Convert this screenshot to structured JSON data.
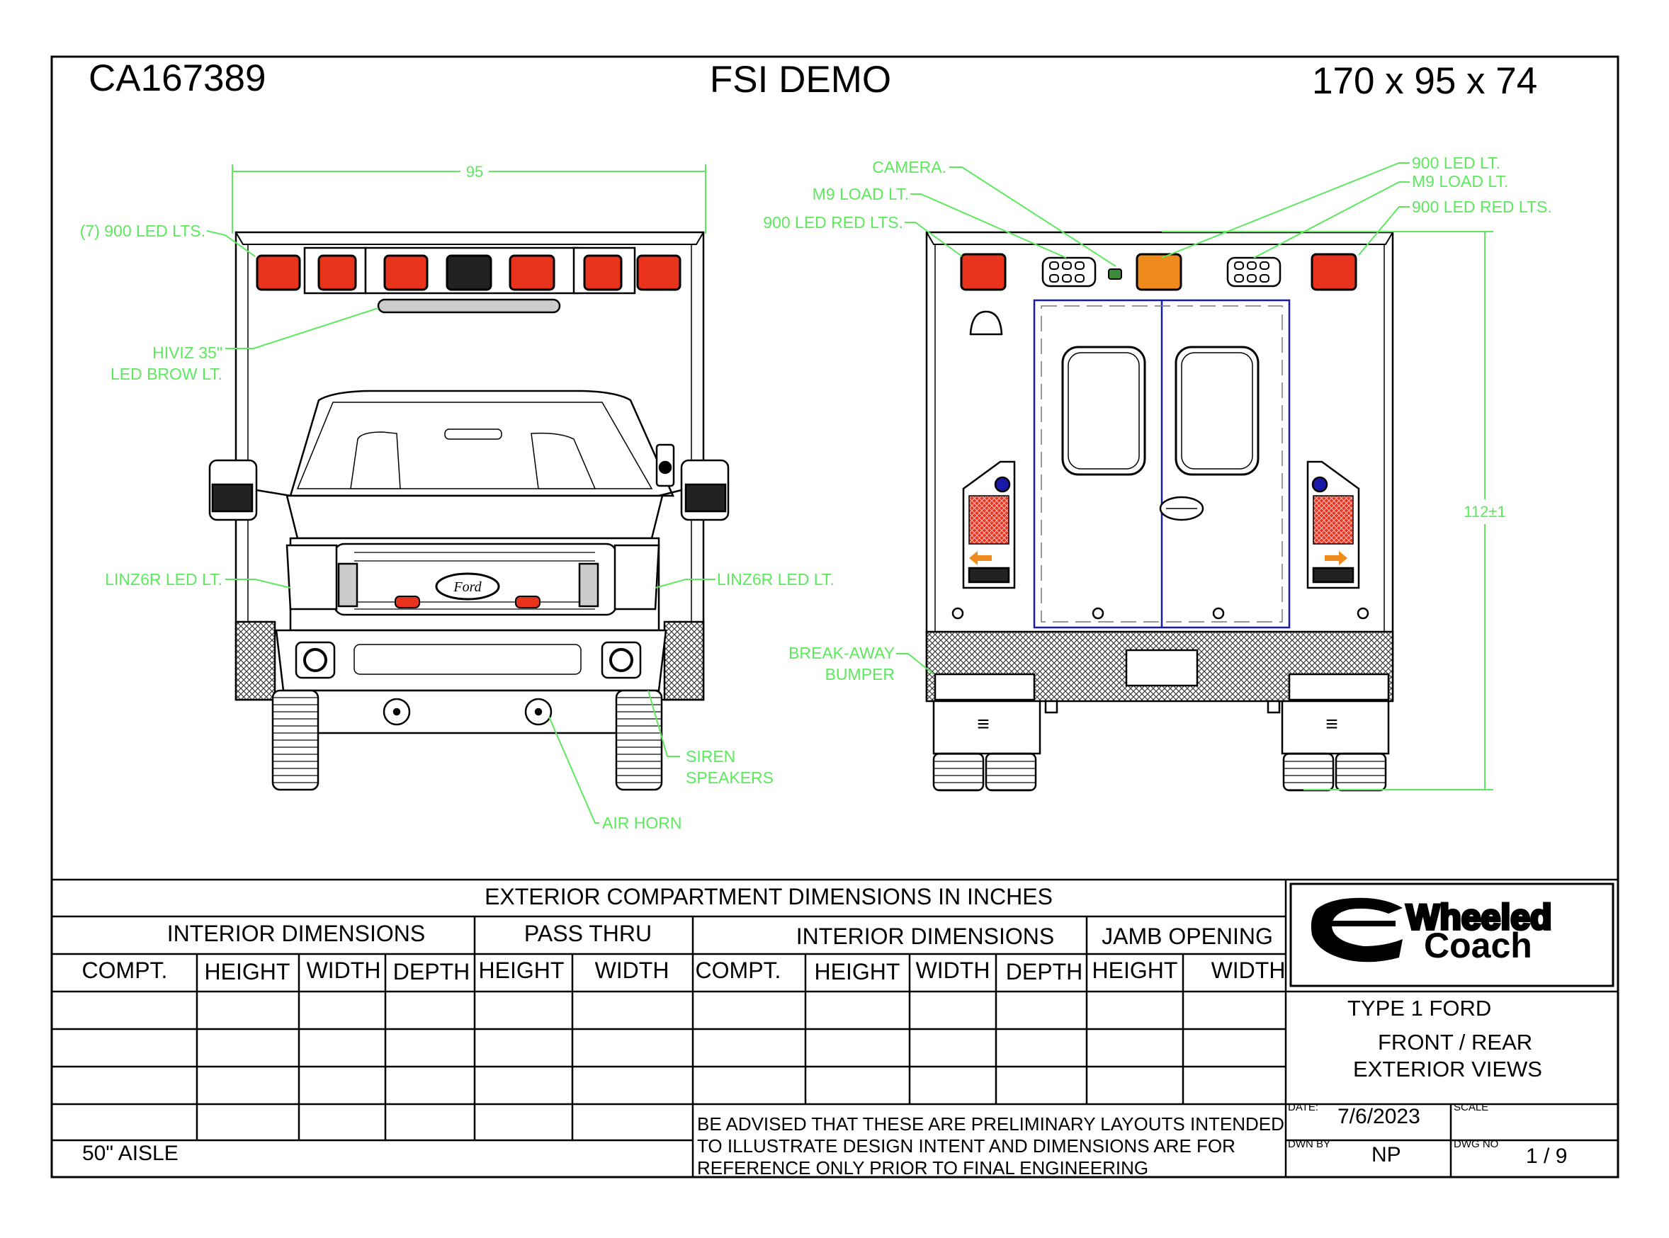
{
  "header": {
    "job_number": "CA167389",
    "title": "FSI DEMO",
    "dimensions": "170 x 95 x 74"
  },
  "front_view": {
    "width_dimension": "95",
    "callouts": {
      "led_lts": "(7) 900 LED LTS.",
      "brow_line1": "HIVIZ 35\"",
      "brow_line2": "LED BROW LT.",
      "linz_left": "LINZ6R LED LT.",
      "linz_right": "LINZ6R LED LT.",
      "siren_line1": "SIREN",
      "siren_line2": "SPEAKERS",
      "air_horn": "AIR HORN"
    }
  },
  "rear_view": {
    "height_dimension": "112±1",
    "callouts": {
      "camera": "CAMERA.",
      "m9_left": "M9 LOAD LT.",
      "red_left": "900 LED RED LTS.",
      "led_900": "900 LED LT.",
      "m9_right": "M9 LOAD LT.",
      "red_right": "900 LED RED LTS.",
      "bumper_line1": "BREAK-AWAY",
      "bumper_line2": "BUMPER"
    }
  },
  "table": {
    "title": "EXTERIOR COMPARTMENT DIMENSIONS IN INCHES",
    "left": {
      "group1": "INTERIOR DIMENSIONS",
      "group2": "PASS THRU",
      "columns": [
        "COMPT.",
        "HEIGHT",
        "WIDTH",
        "DEPTH",
        "HEIGHT",
        "WIDTH"
      ]
    },
    "right": {
      "group1": "INTERIOR DIMENSIONS",
      "group2": "JAMB OPENING",
      "columns": [
        "COMPT.",
        "HEIGHT",
        "WIDTH",
        "DEPTH",
        "HEIGHT",
        "WIDTH"
      ]
    },
    "aisle": "50\" AISLE",
    "note_lines": [
      "BE ADVISED THAT THESE ARE PRELIMINARY LAYOUTS INTENDED",
      "TO ILLUSTRATE DESIGN INTENT AND DIMENSIONS  ARE FOR",
      "REFERENCE ONLY PRIOR TO FINAL ENGINEERING"
    ]
  },
  "title_block": {
    "logo_line1": "Wheeled",
    "logo_line2": "Coach",
    "drawing_title_line1": "TYPE 1 FORD",
    "drawing_title_line2": "FRONT / REAR",
    "drawing_title_line3": "EXTERIOR VIEWS",
    "date_label": "DATE:",
    "date_value": "7/6/2023",
    "scale_label": "SCALE",
    "drawn_by_label": "DWN BY",
    "drawn_by_value": "NP",
    "dwg_no_label": "DWG NO",
    "dwg_no_value": "1 / 9"
  },
  "colors": {
    "callout_green": "#5ee85e",
    "warning_red": "#e8341c",
    "amber": "#f08a1c",
    "door_blue": "#1a1aaa"
  }
}
